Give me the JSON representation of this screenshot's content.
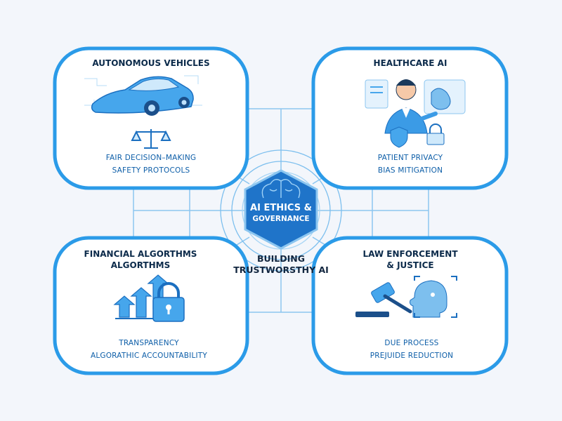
{
  "hub": {
    "line1": "AI ETHICS &",
    "line2": "GOVERNANCE",
    "subtitle_line1": "BUILDING",
    "subtitle_line2": "TRUSTWORSTHY AI"
  },
  "cards": {
    "autonomous": {
      "title": "AUTONOMOUS VEHICLES",
      "items": [
        "FAIR DECISION–MAKING",
        "SAFETY PROTOCOLS"
      ],
      "icons": [
        "car-icon",
        "balance-scale-icon"
      ]
    },
    "healthcare": {
      "title": "HEALTHCARE AI",
      "items": [
        "PATIENT PRIVACY",
        "BIAS MITIGATION"
      ],
      "icons": [
        "doctor-icon",
        "shield-icon",
        "lock-icon",
        "medical-screen-icon"
      ]
    },
    "financial": {
      "title_line1": "FINANCIAL ALGORTHMS",
      "title_line2": "ALGORTHMS",
      "items": [
        "TRANSPARENCY",
        "ALGORATHIC ACCOUNTABILITY"
      ],
      "icons": [
        "growth-arrows-icon",
        "padlock-icon"
      ]
    },
    "law": {
      "title_line1": "LAW ENFORCEMENT",
      "title_line2": "& JUSTICE",
      "items": [
        "DUE PROCESS",
        "PREJUIDE REDUCTION"
      ],
      "icons": [
        "gavel-icon",
        "face-scan-icon"
      ]
    }
  },
  "colors": {
    "accent": "#2b9be8",
    "hub_fill": "#1f74c9",
    "card_fill": "#ffffff",
    "item_text": "#0d5ea8",
    "title_text": "#0b2a4a",
    "background": "#f3f6fb"
  }
}
